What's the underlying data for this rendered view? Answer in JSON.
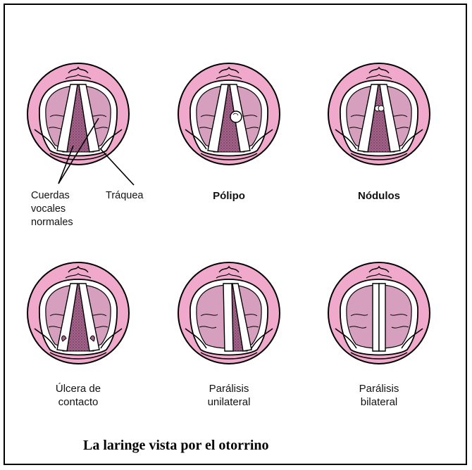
{
  "figure": {
    "title": "La laringe vista por el otorrino",
    "labels": {
      "cords": [
        "Cuerdas",
        "vocales",
        "normales"
      ],
      "trachea": "Tráquea"
    },
    "panels": [
      {
        "id": "normal",
        "caption": []
      },
      {
        "id": "polipo",
        "caption": [
          "Pólipo"
        ]
      },
      {
        "id": "nodulos",
        "caption": [
          "Nódulos"
        ]
      },
      {
        "id": "ulcera",
        "caption": [
          "Úlcera de",
          "contacto"
        ]
      },
      {
        "id": "unilateral",
        "caption": [
          "Parálisis",
          "unilateral"
        ]
      },
      {
        "id": "bilateral",
        "caption": [
          "Parálisis",
          "bilateral"
        ]
      }
    ]
  },
  "colors": {
    "pink": "#F0A8CB",
    "tissue": "#D79FBE",
    "trachea": "#A3638A",
    "outline": "#000000"
  }
}
